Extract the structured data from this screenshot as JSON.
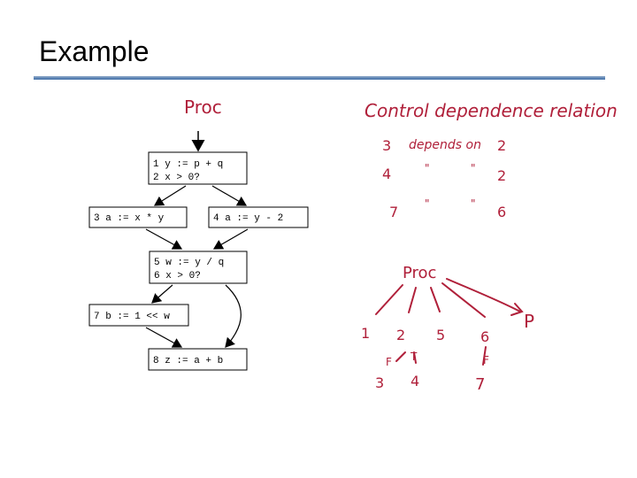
{
  "slide": {
    "title": "Example"
  },
  "cfg": {
    "entry_label": "Proc",
    "n1": [
      "1 y := p + q",
      "2 x > 0?"
    ],
    "n3": "3 a := x * y",
    "n4": "4 a := y - 2",
    "n5": [
      "5 w := y / q",
      "6 x > 0?"
    ],
    "n7": "7 b := 1 << w",
    "n8": "8 z := a + b"
  },
  "notes": {
    "heading": "Control dependence relation",
    "rows": [
      {
        "a": "3",
        "b": "depends on",
        "c": "2"
      },
      {
        "a": "4",
        "b": "\"",
        "c": "\"",
        "d": "2"
      },
      {
        "a": "7",
        "b": "\"",
        "c": "\"",
        "d": "6"
      }
    ],
    "tree": {
      "root": "Proc",
      "children": [
        "1",
        "2",
        "5",
        "6",
        "P"
      ],
      "edge_labels": [
        "F",
        "T",
        "F"
      ],
      "leaves": [
        "3",
        "4",
        "7"
      ]
    }
  }
}
